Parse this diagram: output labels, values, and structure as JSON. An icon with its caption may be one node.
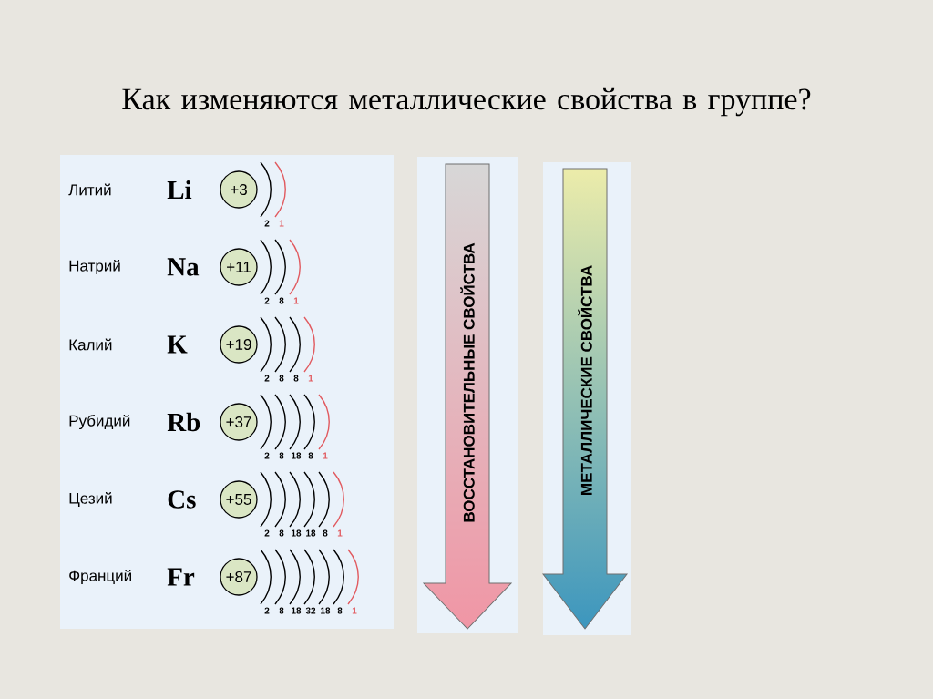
{
  "diagram": {
    "title": "Как изменяются металлические свойства в группе?",
    "nodes": [
      {
        "text": [
          "+3"
        ],
        "beside": [
          "Литий",
          "Li",
          "2",
          "1"
        ]
      },
      {
        "text": [
          "+11"
        ],
        "beside": [
          "Натрий",
          "Na",
          "2",
          "8",
          "1"
        ]
      },
      {
        "text": [
          "+19"
        ],
        "beside": [
          "Калий",
          "K",
          "2",
          "8",
          "8",
          "1"
        ]
      },
      {
        "text": [
          "+37"
        ],
        "beside": [
          "Рубидий",
          "Rb",
          "2",
          "8",
          "18",
          "8",
          "1"
        ]
      },
      {
        "text": [
          "+55"
        ],
        "beside": [
          "Цезий",
          "Cs",
          "2",
          "8",
          "18",
          "18",
          "8",
          "1"
        ]
      },
      {
        "text": [
          "+87"
        ],
        "beside": [
          "Франций",
          "Fr",
          "2",
          "8",
          "18",
          "32",
          "18",
          "8",
          "1"
        ]
      },
      {
        "text": [
          "ВОССТАНОВИТЕЛЬНЫЕ  СВОЙСТВА"
        ]
      },
      {
        "text": [
          "МЕТАЛЛИЧЕСКИЕ  СВОЙСТВА"
        ]
      }
    ]
  }
}
